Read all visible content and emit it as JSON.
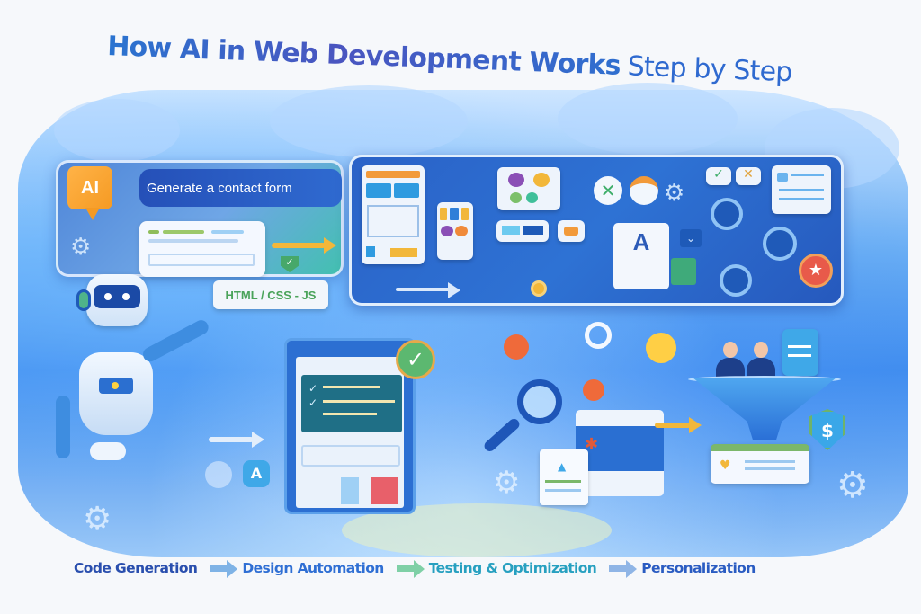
{
  "title": {
    "bold": "How AI in Web Development Works",
    "light": "Step by Step"
  },
  "prompt_panel": {
    "ai_badge": "AI",
    "prompt_text": "Generate a contact form",
    "code_label": "HTML / CSS - JS"
  },
  "design_panel": {
    "doc_letter": "A"
  },
  "testing": {
    "check_glyph": "✓"
  },
  "personalization": {
    "shield_glyph": "$"
  },
  "steps": [
    {
      "label": "Code Generation",
      "color": "#2a4fae"
    },
    {
      "label": "Design Automation",
      "color": "#2f6fd4"
    },
    {
      "label": "Testing & Optimization",
      "color": "#27a0c0"
    },
    {
      "label": "Personalization",
      "color": "#2a5cc2"
    }
  ],
  "step_arrows": [
    "#7fb3e6",
    "#7fd0a6",
    "#8fb5e6"
  ],
  "colors": {
    "title_blue": "#2a74d0",
    "title_indigo": "#4a55c0",
    "accent_orange": "#f59a23",
    "accent_green": "#4aa35a",
    "panel_blue": "#2a62c7"
  }
}
